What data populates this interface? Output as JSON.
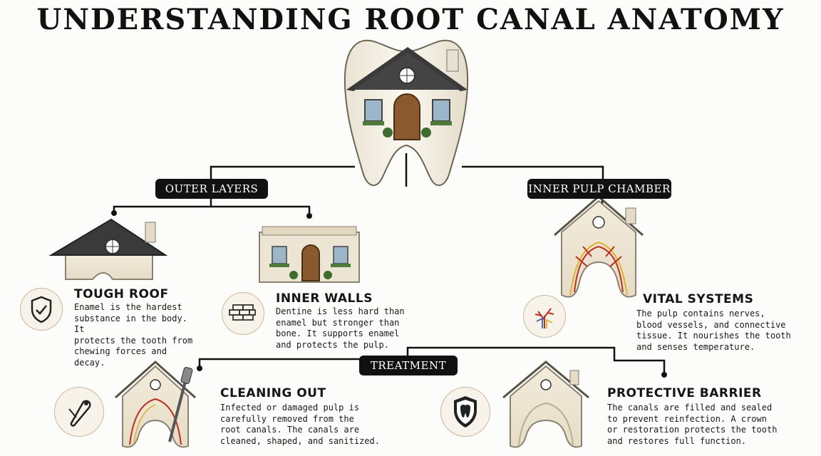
{
  "title": "UNDERSTANDING ROOT CANAL ANATOMY",
  "branches": {
    "outer": "OUTER LAYERS",
    "inner": "INNER PULP CHAMBER",
    "treatment": "TREATMENT"
  },
  "cards": {
    "roof": {
      "heading": "TOUGH ROOF",
      "lines": [
        "Enamel is the hardest",
        "substance in the body. It",
        "protects the tooth from",
        "chewing forces and decay."
      ],
      "icon": "shield-check-icon"
    },
    "walls": {
      "heading": "INNER WALLS",
      "lines": [
        "Dentine is less hard than",
        "enamel but stronger than",
        "bone. It supports enamel",
        "and protects the pulp."
      ],
      "icon": "brick-wall-icon"
    },
    "vital": {
      "heading": "VITAL SYSTEMS",
      "lines": [
        "The pulp contains nerves,",
        "blood vessels, and connective",
        "tissue. It nourishes the tooth",
        "and senses temperature."
      ],
      "icon": "nerves-icon"
    },
    "cleaning": {
      "heading": "CLEANING OUT",
      "lines": [
        "Infected or damaged pulp is",
        "carefully removed from the",
        "root canals. The canals are",
        "cleaned, shaped, and sanitized."
      ],
      "icon": "dental-file-icon"
    },
    "barrier": {
      "heading": "PROTECTIVE BARRIER",
      "lines": [
        "The canals are filled and sealed",
        "to prevent reinfection. A crown",
        "or restoration protects the tooth",
        "and restores full function."
      ],
      "icon": "shield-tooth-icon"
    }
  },
  "colors": {
    "ink": "#111111",
    "cream": "#f2ebdc",
    "roof": "#3a3a3a",
    "door": "#8a5a2e",
    "nerve_red": "#b8321f",
    "nerve_yellow": "#e0b030",
    "nerve_blue": "#3a5fa8"
  }
}
